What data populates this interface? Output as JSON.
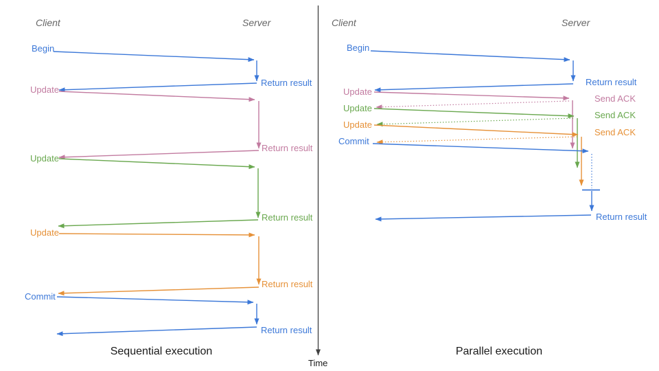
{
  "palette": {
    "blue": "#3c78d8",
    "magenta": "#c27ba0",
    "green": "#6aa84f",
    "orange": "#e69138",
    "header_gray": "#666666",
    "axis_dark": "#404040",
    "title_black": "#1a1a1a"
  },
  "timeline": {
    "label": "Time"
  },
  "sequential": {
    "title": "Sequential execution",
    "client": "Client",
    "server": "Server",
    "steps": [
      {
        "request": "Begin",
        "response": "Return result",
        "color": "blue"
      },
      {
        "request": "Update",
        "response": "Return result",
        "color": "magenta"
      },
      {
        "request": "Update",
        "response": "Return result",
        "color": "green"
      },
      {
        "request": "Update",
        "response": "Return result",
        "color": "orange"
      },
      {
        "request": "Commit",
        "response": "Return result",
        "color": "blue"
      }
    ]
  },
  "parallel": {
    "title": "Parallel execution",
    "client": "Client",
    "server": "Server",
    "steps": [
      {
        "request": "Begin",
        "response": "Return result",
        "color": "blue"
      },
      {
        "request": "Update",
        "response": "Send ACK",
        "color": "magenta"
      },
      {
        "request": "Update",
        "response": "Send ACK",
        "color": "green"
      },
      {
        "request": "Update",
        "response": "Send ACK",
        "color": "orange"
      },
      {
        "request": "Commit",
        "response": "Return result",
        "color": "blue"
      }
    ]
  }
}
